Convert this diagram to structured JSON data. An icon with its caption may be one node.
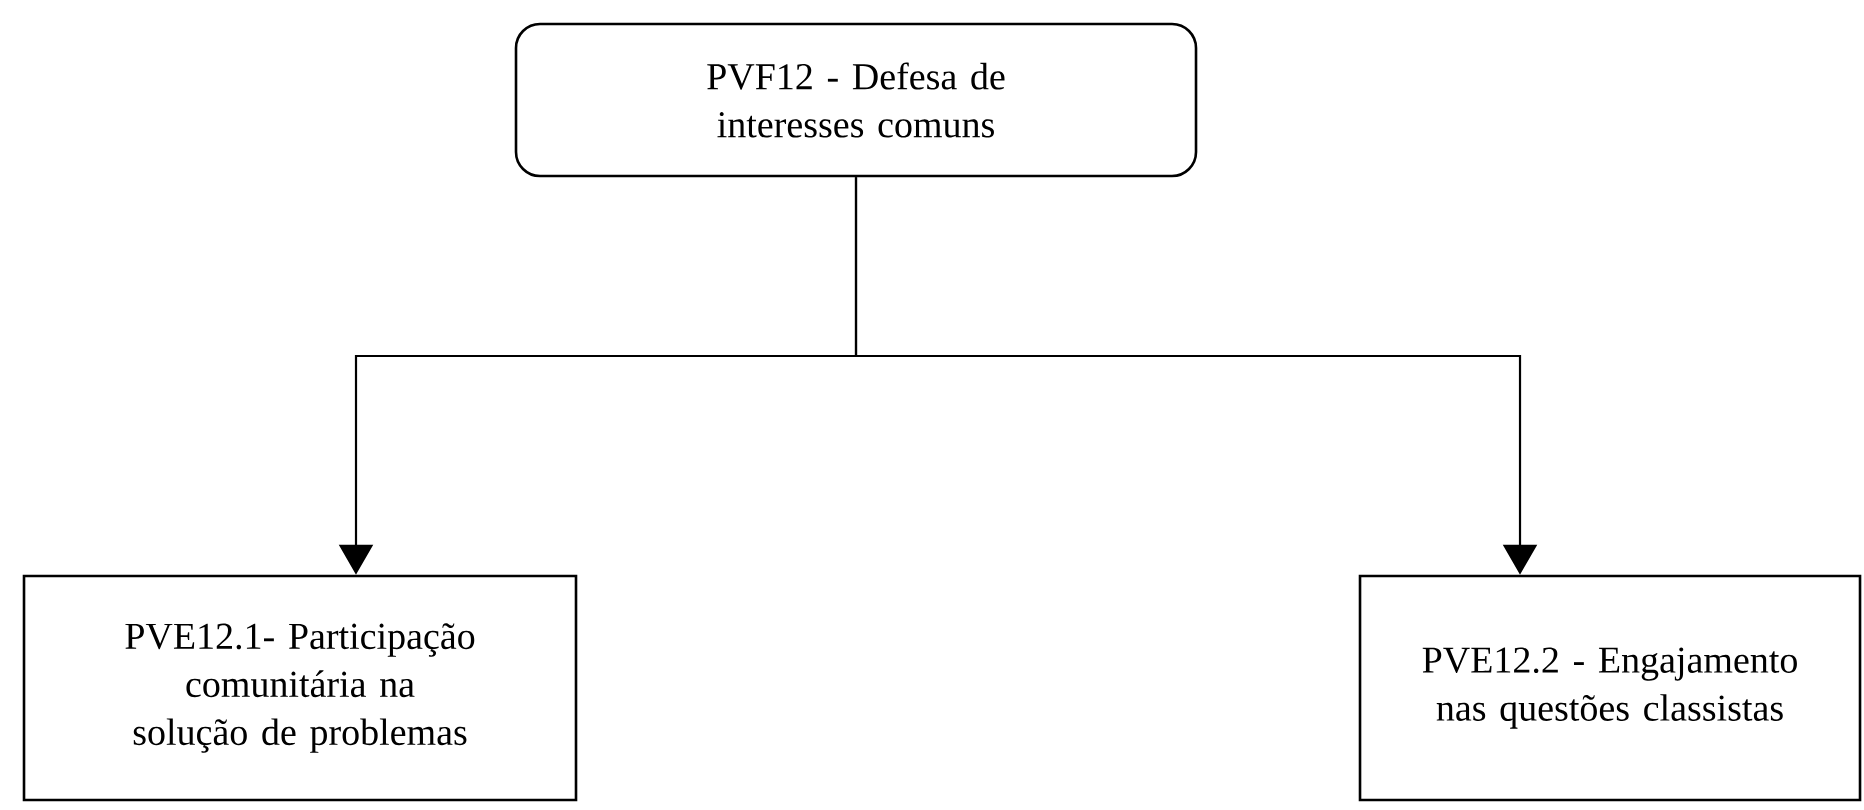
{
  "diagram": {
    "nodes": [
      {
        "text": [
          "PVF12 - Defesa de interesses comuns"
        ]
      },
      {
        "text": [
          "PVE12.1- Participação comunitária na solução de problemas"
        ]
      },
      {
        "text": [
          "PVE12.2 - Engajamento nas questões classistas"
        ]
      }
    ],
    "edges": [
      {
        "from": 0,
        "to": 1,
        "arrow": "to"
      },
      {
        "from": 0,
        "to": 2,
        "arrow": "to"
      }
    ]
  }
}
